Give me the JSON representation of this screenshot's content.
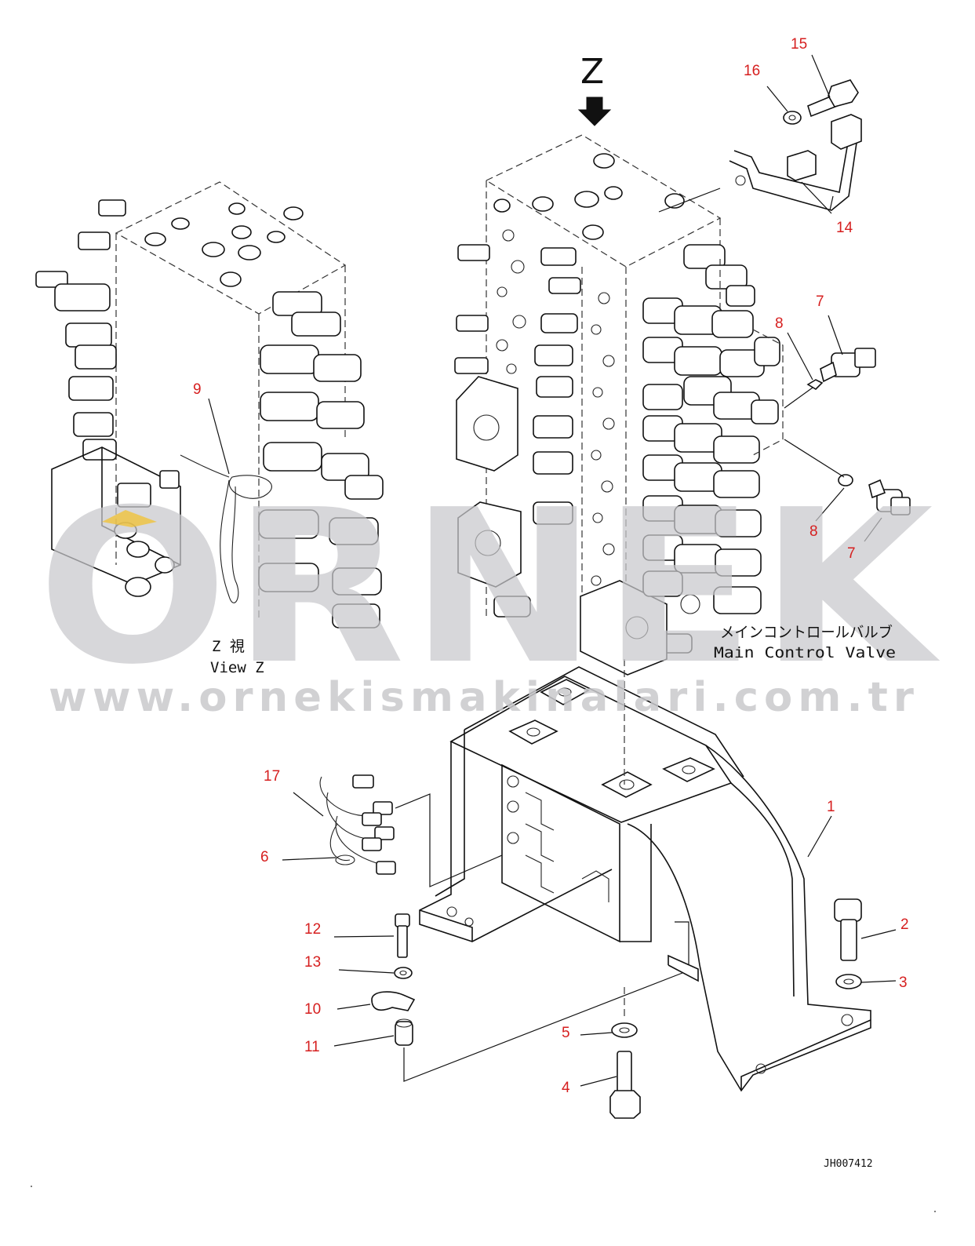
{
  "diagram": {
    "view_letter": "Z",
    "view_caption_jp": "Z 視",
    "view_caption_en": "View Z",
    "main_label_jp": "メインコントロールバルブ",
    "main_label_en": "Main Control Valve",
    "drawing_code": "JH007412",
    "watermark_brand": "ORNEK",
    "watermark_url": "www.ornekismakinalari.com.tr",
    "callouts": {
      "c1": "1",
      "c2": "2",
      "c3": "3",
      "c4": "4",
      "c5": "5",
      "c6": "6",
      "c7a": "7",
      "c7b": "7",
      "c8a": "8",
      "c8b": "8",
      "c9": "9",
      "c10": "10",
      "c11": "11",
      "c12": "12",
      "c13": "13",
      "c14": "14",
      "c15": "15",
      "c16": "16",
      "c17": "17"
    },
    "colors": {
      "callout": "#d61f1f",
      "line": "#111111",
      "watermark": "#c9c9cc",
      "watermark_accent": "#f2c230"
    }
  }
}
